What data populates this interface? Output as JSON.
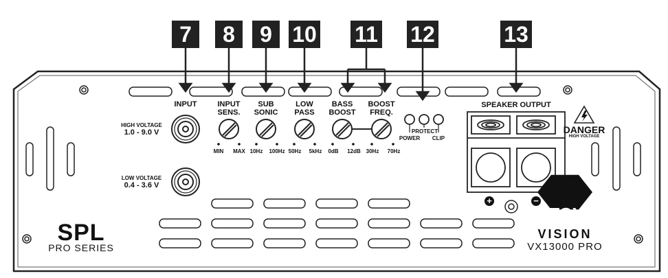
{
  "callouts": [
    "7",
    "8",
    "9",
    "10",
    "11",
    "12",
    "13"
  ],
  "controls": {
    "input": "INPUT",
    "input_sens_1": "INPUT",
    "input_sens_2": "SENS.",
    "sub_sonic_1": "SUB",
    "sub_sonic_2": "SONIC",
    "low_pass_1": "LOW",
    "low_pass_2": "PASS",
    "bass_boost_1": "BASS",
    "bass_boost_2": "BOOST",
    "boost_freq_1": "BOOST",
    "boost_freq_2": "FREQ.",
    "speaker_output": "SPEAKER OUTPUT"
  },
  "inputs": {
    "high_voltage_label": "HIGH VOLTAGE",
    "high_voltage_range": "1.0 - 9.0 V",
    "low_voltage_label": "LOW VOLTAGE",
    "low_voltage_range": "0.4 - 3.6 V"
  },
  "scales": {
    "min": "MIN",
    "max": "MAX",
    "hz10": "10Hz",
    "hz100": "100Hz",
    "hz50": "50Hz",
    "khz5": "5kHz",
    "db0": "0dB",
    "db12": "12dB",
    "hz30": "30Hz",
    "hz70": "70Hz"
  },
  "leds": {
    "power": "POWER",
    "protect": "PROTECT",
    "clip": "CLIP"
  },
  "warning": {
    "danger": "DANGER",
    "high_voltage": "HIGH VOLTAGE"
  },
  "terminals": {
    "plus": "+",
    "minus": "−"
  },
  "branding": {
    "spl": "SPL",
    "pro_series": "PRO SERIES",
    "logo": "ESX",
    "vision": "VISION",
    "model": "VX13000 PRO"
  }
}
